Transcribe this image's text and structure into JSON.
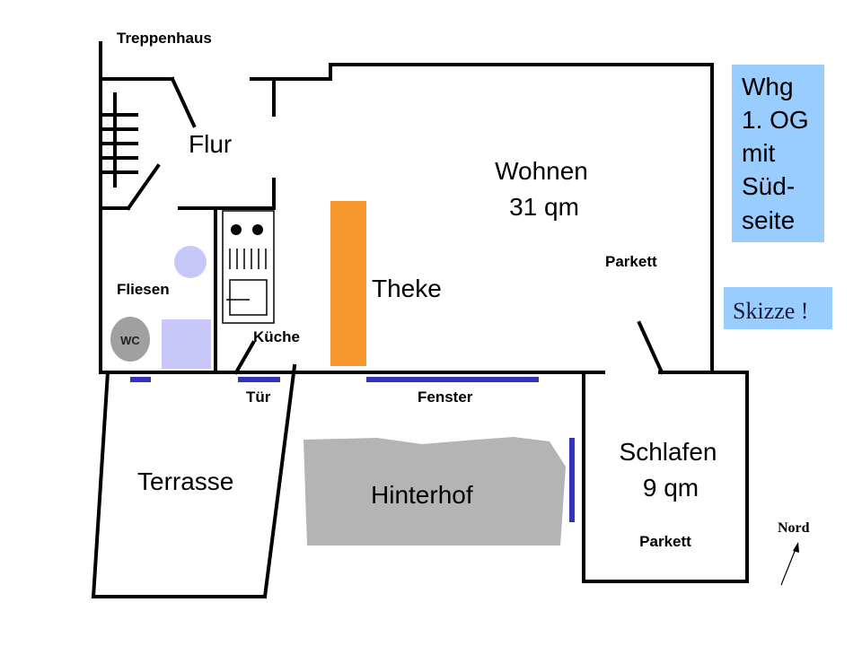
{
  "labels": {
    "stairwell": "Treppenhaus",
    "hall": "Flur",
    "living_name": "Wohnen",
    "living_area": "31 qm",
    "living_floor": "Parkett",
    "counter": "Theke",
    "bath_floor": "Fliesen",
    "wc": "WC",
    "kitchen": "Küche",
    "door": "Tür",
    "window": "Fenster",
    "terrace": "Terrasse",
    "courtyard": "Hinterhof",
    "bedroom_name": "Schlafen",
    "bedroom_area": "9 qm",
    "bedroom_floor": "Parkett",
    "north": "Nord"
  },
  "info_box": {
    "lines": [
      "Whg",
      "1. OG",
      "mit",
      "Süd-",
      "seite"
    ]
  },
  "sketch_note": "Skizze !",
  "colors": {
    "counter": "#f7992f",
    "window": "#3333bb",
    "courtyard": "#b4b4b4",
    "bath_fixture": "#c8c8f8",
    "wc": "#a0a0a0",
    "info_bg": "#99ccff"
  }
}
